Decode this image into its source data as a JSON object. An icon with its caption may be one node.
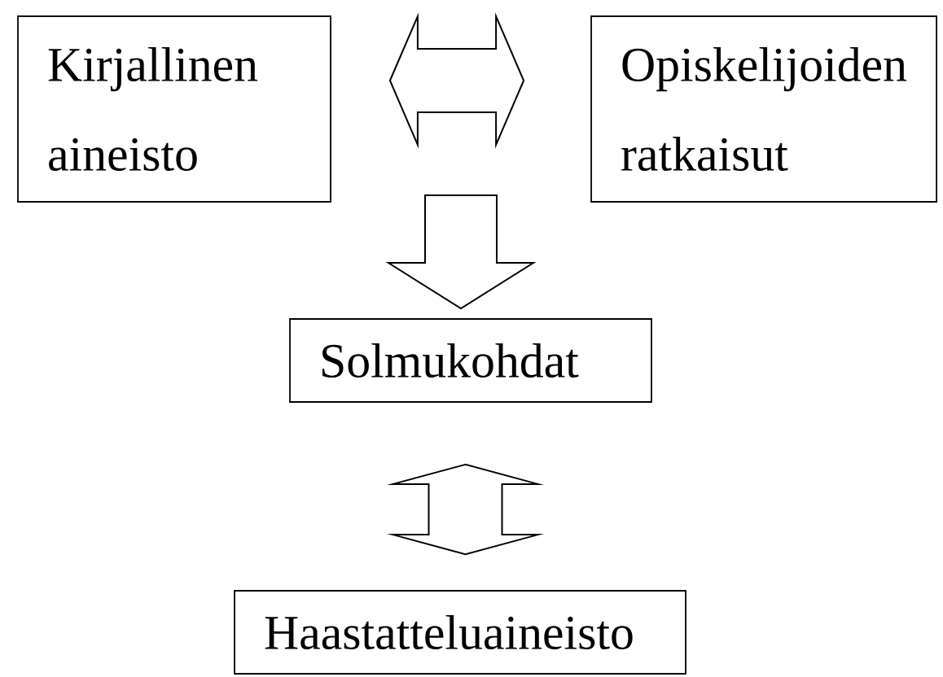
{
  "diagram": {
    "nodes": [
      {
        "text": [
          "Kirjallinen aineisto"
        ]
      },
      {
        "text": [
          "Opiskelijoiden ratkaisut"
        ]
      },
      {
        "text": [
          "Solmukohdat"
        ]
      },
      {
        "text": [
          "Haastatteluaineisto"
        ]
      }
    ],
    "edges": [
      {
        "from": 0,
        "to": 1,
        "arrow": "both"
      },
      {
        "from": null,
        "to": 2,
        "arrow": "to"
      },
      {
        "from": 2,
        "to": 3,
        "arrow": "both"
      }
    ]
  }
}
